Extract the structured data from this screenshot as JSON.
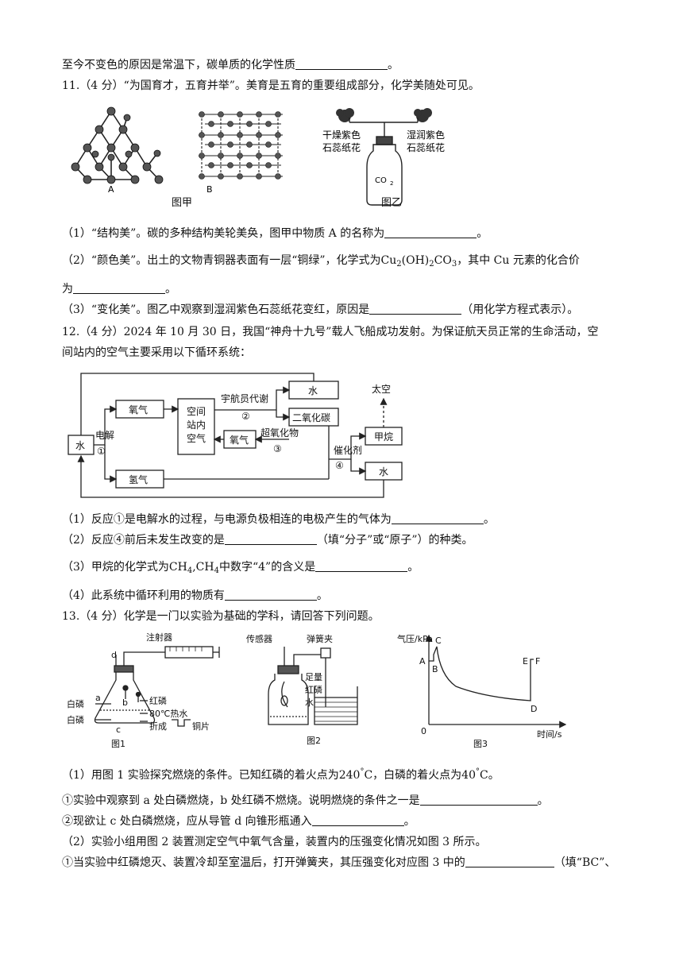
{
  "q10": {
    "tail": "至今不变色的原因是常温下，碳单质的化学性质",
    "end": "。"
  },
  "q11": {
    "head": "11.（4 分）“为国育才，五育并举”。美育是五育的重要组成部分，化学美随处可见。",
    "fig_a_label": "A",
    "fig_b_label": "B",
    "fig_jia": "图甲",
    "fig_yi": "图乙",
    "dry_label_1": "干燥紫色",
    "dry_label_2": "石蕊纸花",
    "wet_label_1": "湿润紫色",
    "wet_label_2": "石蕊纸花",
    "bottle_co": "CO",
    "bottle_sub": "2",
    "p1_a": "（1）“结构美”。碳的多种结构美轮美奂，图甲中物质 A 的名称为",
    "p1_end": "。",
    "p2_a": "（2）“颜色美”。出土的文物青铜器表面有一层“铜绿”，化学式为",
    "p2_formula_1": "Cu",
    "p2_formula_2": "2",
    "p2_formula_3": "(OH)",
    "p2_formula_4": "2",
    "p2_formula_5": "CO",
    "p2_formula_6": "3",
    "p2_b": "，其中 Cu 元素的化合价",
    "p2_c": "为",
    "p2_end": "。",
    "p3_a": "（3）“变化美”。图乙中观察到湿润紫色石蕊纸花变红，原因是",
    "p3_b": "（用化学方程式表示）。"
  },
  "q12": {
    "head_1": "12.（4 分）2024 年 10 月 30 日，我国“神舟十九号”载人飞船成功发射。为保证航天员正常的生命活动，空",
    "head_2": "间站内的空气主要采用以下循环系统：",
    "diagram": {
      "water_left": "水",
      "electrolysis": "电解",
      "step1": "①",
      "oxygen_top": "氧气",
      "space_air": [
        "空间",
        "站内",
        "空气"
      ],
      "metabolism": "宇航员代谢",
      "step2": "②",
      "water_top": "水",
      "co2": "二氧化碳",
      "oxygen_mid": "氧气",
      "superoxide": "超氧化物",
      "step3": "③",
      "hydrogen": "氢气",
      "catalyst": "催化剂",
      "step4": "④",
      "space": "太空",
      "methane": "甲烷",
      "water_right": "水"
    },
    "p1_a": "（1）反应①是电解水的过程，与电源负极相连的电极产生的气体为",
    "p1_end": "。",
    "p2_a": "（2）反应④前后未发生改变的是",
    "p2_b": "（填“分子”或“原子”）的种类。",
    "p3_a": "（3）甲烷的化学式为",
    "p3_f1": "CH",
    "p3_f2": "4",
    "p3_f3": ",CH",
    "p3_f4": "4",
    "p3_b": "中数字“4”的含义是",
    "p3_end": "。",
    "p4_a": "（4）此系统中循环利用的物质有",
    "p4_end": "。"
  },
  "q13": {
    "head": "13.（4 分）化学是一门以实验为基础的学科，请回答下列问题。",
    "fig1": {
      "syringe": "注射器",
      "d": "d",
      "a": "a",
      "b": "b",
      "c": "c",
      "white_p_1": "白磷",
      "red_p": "红磷",
      "hot_water": "80℃热水",
      "white_p_2": "白磷",
      "folded": "折成",
      "copper": "铜片",
      "caption": "图1"
    },
    "fig2": {
      "sensor": "传感器",
      "clip": "弹簧夹",
      "enough": "足量",
      "red_p": "红磷",
      "water": "水",
      "caption": "图2"
    },
    "fig3": {
      "ylabel": "气压/kPa",
      "xlabel": "时间/s",
      "origin": "0",
      "pA": "A",
      "pB": "B",
      "pC": "C",
      "pD": "D",
      "pE": "E",
      "pF": "F",
      "caption": "图3"
    },
    "p1_a": "（1）用图 1 实验探究燃烧的条件。已知红磷的着火点为",
    "p1_t1": "240",
    "p1_deg": "°",
    "p1_c1": "C",
    "p1_b": "，白磷的着火点为",
    "p1_t2": "40",
    "p1_c2": "C",
    "p1_end": "。",
    "s1_a": "①实验中观察到 a 处白磷燃烧，b 处红磷不燃烧。说明燃烧的条件之一是",
    "s1_end": "。",
    "s2_a": "②现欲让 c 处白磷燃烧，应从导管 d 向锥形瓶通入",
    "s2_end": "。",
    "p2_a": "（2）实验小组用图 2 装置测定空气中氧气含量，装置内的压强变化情况如图 3 所示。",
    "s3_a": "①当实验中红磷熄灭、装置冷却至室温后，打开弹簧夹，其压强变化对应图 3 中的",
    "s3_b": "（填“BC”、"
  }
}
